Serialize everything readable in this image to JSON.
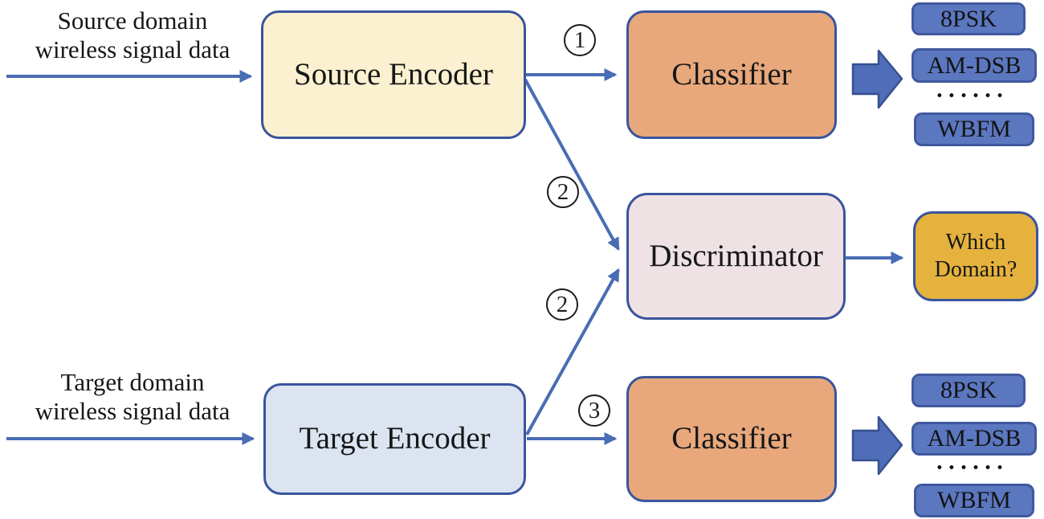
{
  "figure": {
    "type": "diagram",
    "description_colors": {
      "arrow_blue": "#4a6cb5",
      "node_border": "#3a549c",
      "source_encoder_fill": "#fbf1d0",
      "target_encoder_fill": "#dce4f2",
      "classifier_fill": "#e8a87c",
      "discriminator_fill": "#eee2e4",
      "which_domain_fill": "#e6b23e",
      "output_box_fill": "#5b77c0",
      "output_box_border": "#40589e"
    },
    "inputs": {
      "source": {
        "line1": "Source domain",
        "line2": "wireless signal data"
      },
      "target": {
        "line1": "Target domain",
        "line2": "wireless signal data"
      }
    },
    "nodes": {
      "source_encoder": "Source Encoder",
      "target_encoder": "Target Encoder",
      "classifier_top": "Classifier",
      "classifier_bottom": "Classifier",
      "discriminator": "Discriminator",
      "which_domain_line1": "Which",
      "which_domain_line2": "Domain?"
    },
    "steps": {
      "one": "1",
      "two_upper": "2",
      "two_lower": "2",
      "three": "3"
    },
    "outputs": {
      "top": {
        "item1": "8PSK",
        "item2": "AM-DSB",
        "dots": "••••••",
        "item3": "WBFM"
      },
      "bottom": {
        "item1": "8PSK",
        "item2": "AM-DSB",
        "dots": "••••••",
        "item3": "WBFM"
      }
    }
  }
}
